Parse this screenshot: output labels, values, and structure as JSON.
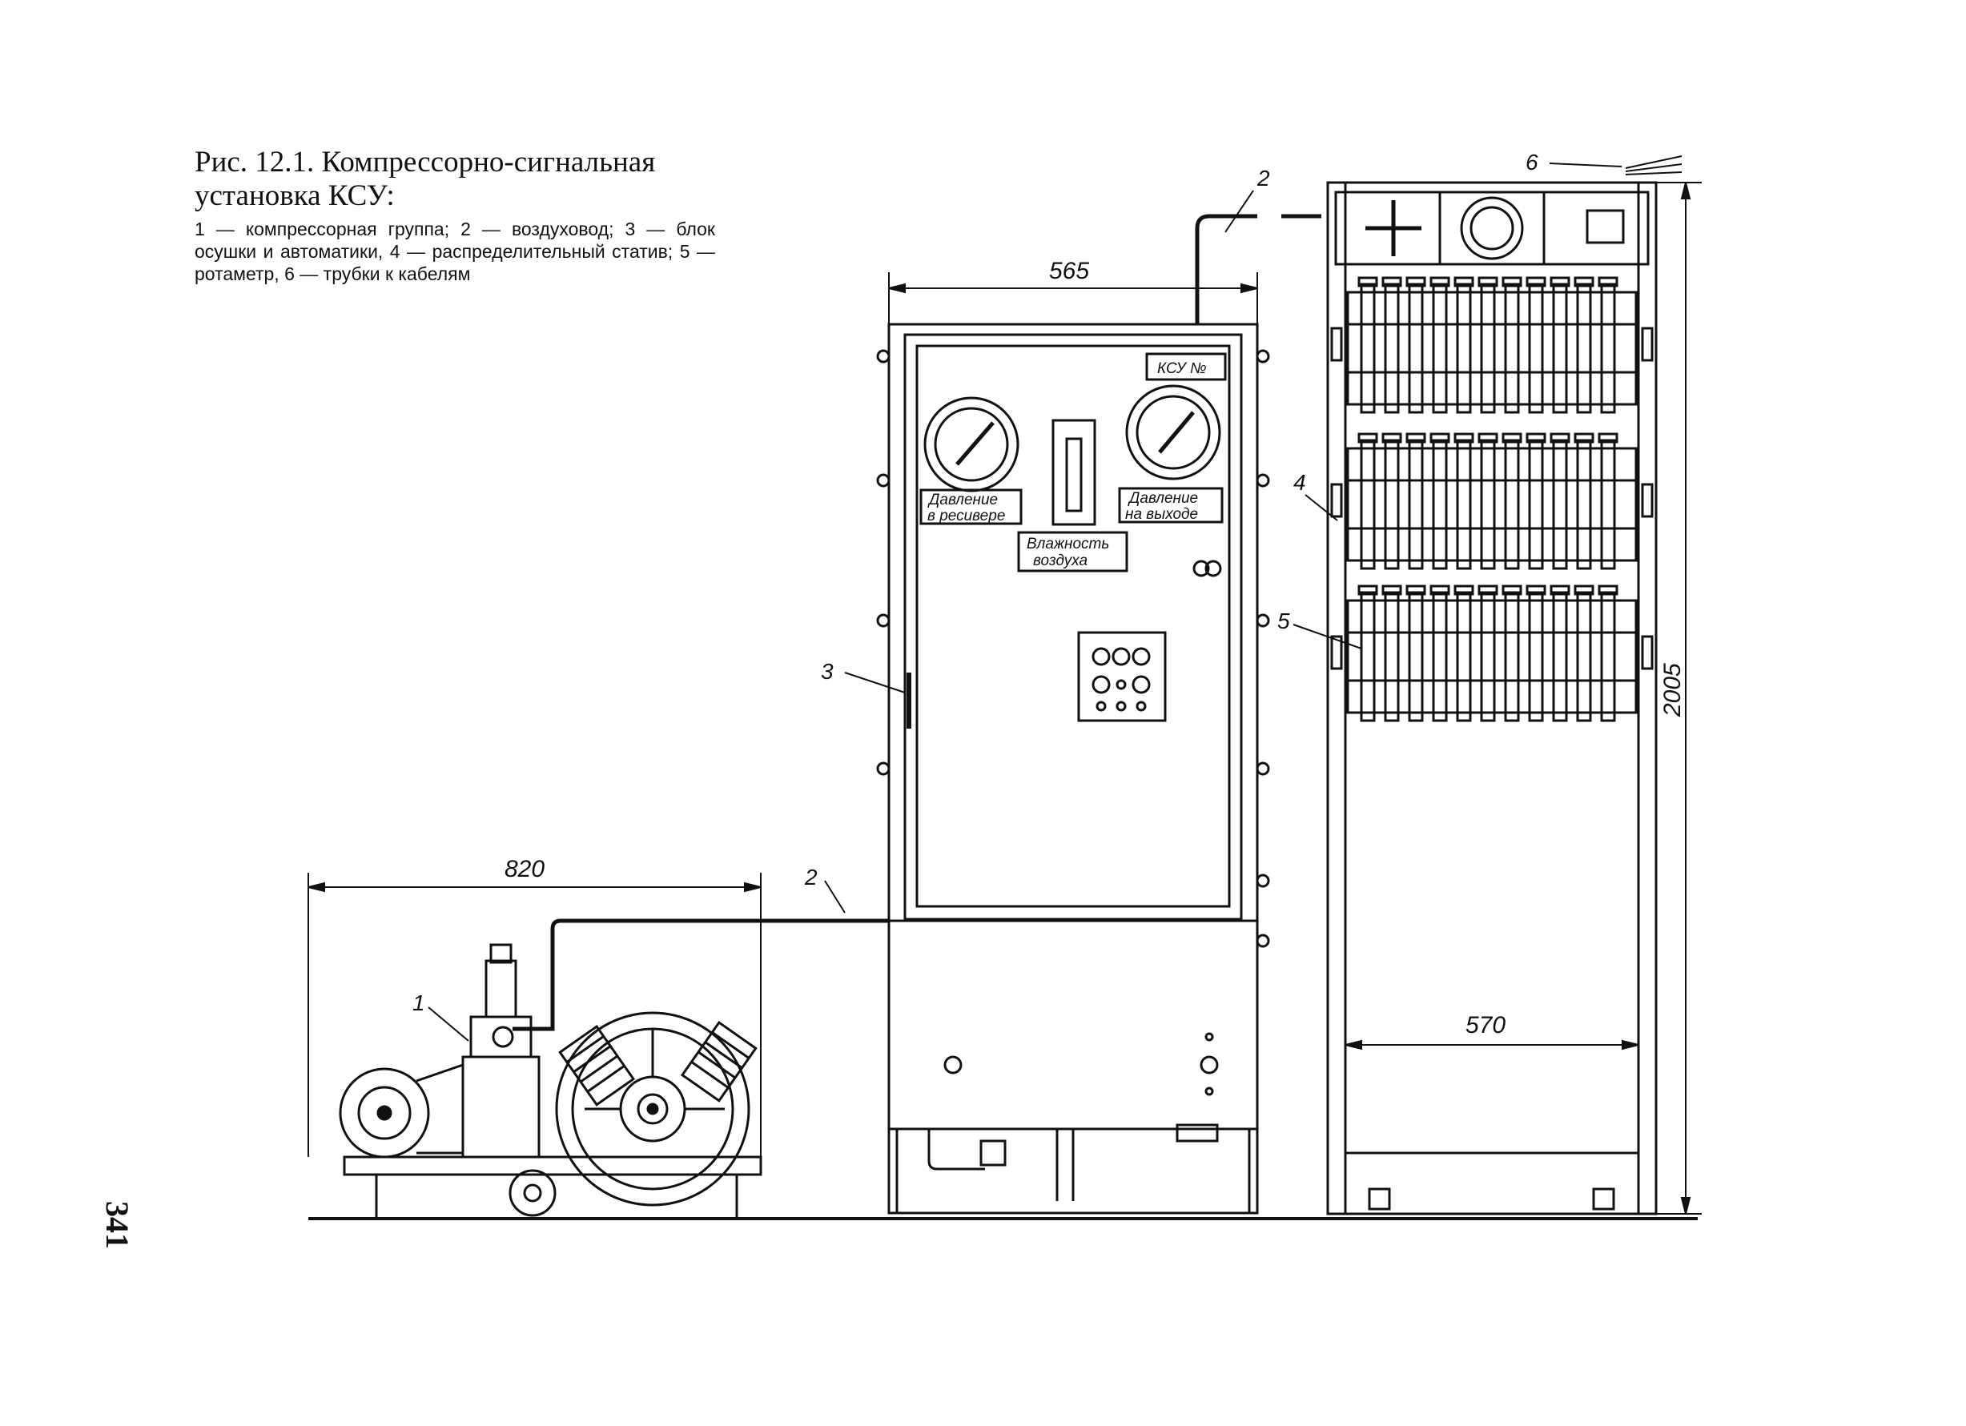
{
  "caption": {
    "title": "Рис. 12.1. Компрессорно-сигнальная установка КСУ:",
    "legend": "1 — компрессорная группа; 2 — воздуховод; 3 — блок осушки и автоматики, 4 — распределительный статив; 5 — ротаметр, 6 — трубки к кабелям"
  },
  "page_number": "341",
  "dimensions": {
    "compressor_width": "820",
    "cabinet_width": "565",
    "rack_width": "570",
    "rack_height": "2005"
  },
  "callouts": {
    "c1": "1",
    "c2_top": "2",
    "c2_mid": "2",
    "c3": "3",
    "c4": "4",
    "c5": "5",
    "c6": "6"
  },
  "panel": {
    "nameplate": "КСУ №",
    "gauge_left_line1": "Давление",
    "gauge_left_line2": "в ресивере",
    "gauge_right_line1": "Давление",
    "gauge_right_line2": "на выходе",
    "humidity_line1": "Влажность",
    "humidity_line2": "воздуха"
  }
}
